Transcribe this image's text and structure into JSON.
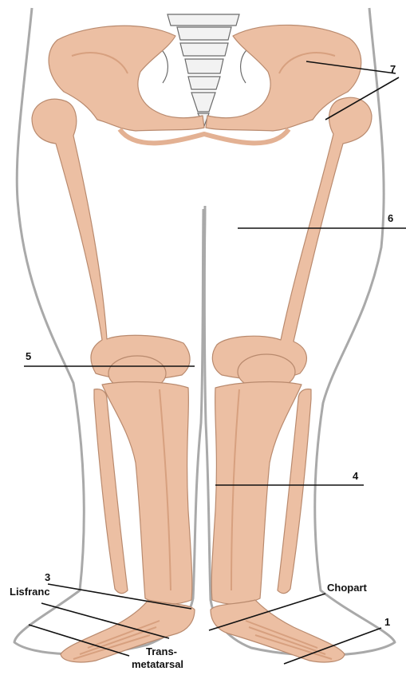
{
  "labels": {
    "n1": "1",
    "n3": "3",
    "n4": "4",
    "n5": "5",
    "n6": "6",
    "n7": "7",
    "lisfranc": "Lisfranc",
    "chopart": "Chopart",
    "trans": "Trans-",
    "metatarsal": "metatarsal"
  },
  "colors": {
    "bone": "#ecbfa3",
    "bone_shadow": "#d7a07f",
    "bone_outline": "#b98a6e",
    "spine": "#f2f2f2",
    "body_outline": "#a9a9a9",
    "leader": "#111111"
  }
}
